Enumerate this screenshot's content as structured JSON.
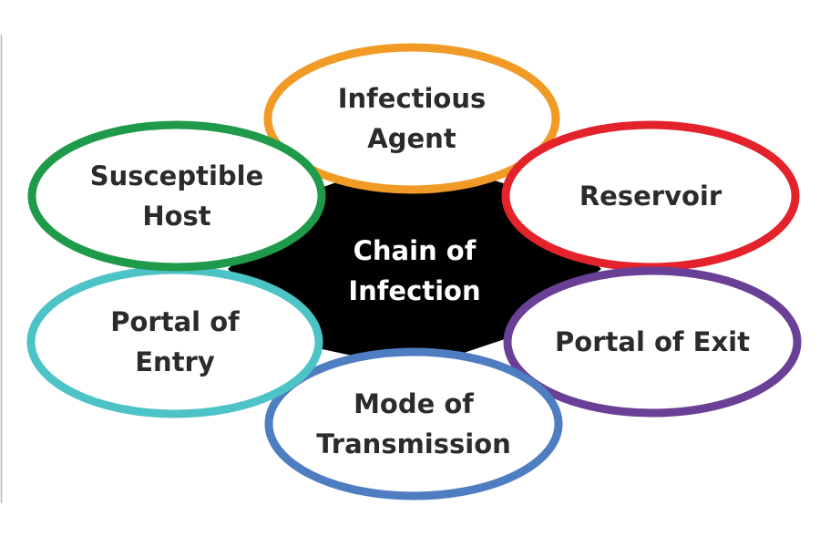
{
  "diagram": {
    "center": {
      "lines": [
        "Chain of",
        "Infection"
      ],
      "color": "#000000"
    },
    "nodes": [
      {
        "id": "infectious-agent",
        "lines": [
          "Infectious",
          "Agent"
        ],
        "color": "#F29A26"
      },
      {
        "id": "reservoir",
        "lines": [
          "Reservoir"
        ],
        "color": "#E3222B"
      },
      {
        "id": "portal-of-exit",
        "lines": [
          "Portal of Exit"
        ],
        "color": "#6A3F96"
      },
      {
        "id": "mode-of-transmission",
        "lines": [
          "Mode of",
          "Transmission"
        ],
        "color": "#4F7DC1"
      },
      {
        "id": "portal-of-entry",
        "lines": [
          "Portal of",
          "Entry"
        ],
        "color": "#4CC3C7"
      },
      {
        "id": "susceptible-host",
        "lines": [
          "Susceptible",
          "Host"
        ],
        "color": "#1F9A4A"
      }
    ]
  }
}
